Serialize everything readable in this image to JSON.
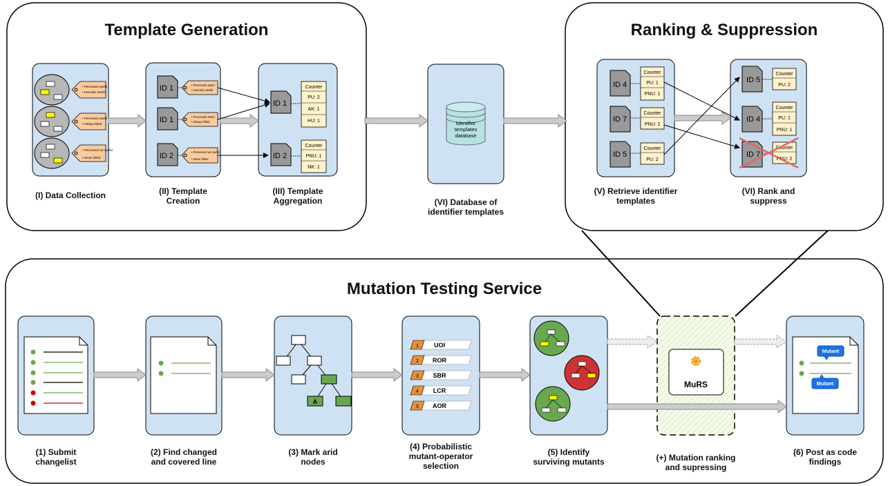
{
  "sections": {
    "template_generation": "Template Generation",
    "ranking": "Ranking & Suppression",
    "mutation": "Mutation Testing Service"
  },
  "steps_top": {
    "data_collection": "(I) Data Collection",
    "template_creation": "(II) Template\nCreation",
    "template_aggregation": "(III) Template\nAggregation",
    "database": "(VI) Database of\nidentifier templates",
    "retrieve": "(V) Retrieve identifier\ntemplates",
    "rank": "(VI) Rank and\nsuppress"
  },
  "steps_bottom": {
    "submit": "(1) Submit\nchangelist",
    "find": "(2) Find changed\nand covered line",
    "mark": "(3) Mark arid\nnodes",
    "prob": "(4) Probabilistic\nmutant-operator\nselection",
    "identify": "(5) Identify\nsurviving mutants",
    "murs_step": "(+) Mutation ranking\nand supressing",
    "post": "(6) Post as code\nfindings"
  },
  "tags": {
    "useful": [
      "Perceived useful",
      "Heuristic useful"
    ],
    "killed": [
      "Perceived useful",
      "Always killed"
    ],
    "not_useful": [
      "Perceived not useful",
      "Never killed"
    ]
  },
  "ids": {
    "id1": "ID 1",
    "id2": "ID 2",
    "id4": "ID 4",
    "id5": "ID 5",
    "id7": "ID 7"
  },
  "counters": {
    "header": "Counter",
    "agg1": [
      "PU: 2",
      "AK: 1",
      "HU: 1"
    ],
    "agg2": [
      "PNU: 1",
      "NK: 1"
    ],
    "r4": [
      "PU: 1",
      "PNU: 1"
    ],
    "r7": [
      "PNU: 2"
    ],
    "r5": [
      "PU: 2"
    ]
  },
  "database_text": [
    "Identifier",
    "templates",
    "database"
  ],
  "operators": [
    "UOI",
    "ROR",
    "SBR",
    "LCR",
    "AOR"
  ],
  "operator_nums": [
    "1",
    "2",
    "3",
    "4",
    "5"
  ],
  "arid_letter": "A",
  "murs": "MuRS",
  "mutant": "Mutant",
  "colors": {
    "panel": "#cfe2f3",
    "tag": "#f9cb9c",
    "counter": "#fff2cc",
    "doc_gray": "#999999",
    "arrow": "#b7b7b7",
    "green": "#6aa84f",
    "red": "#cc0000",
    "orange": "#e69138",
    "chip": "#1a73e8"
  }
}
